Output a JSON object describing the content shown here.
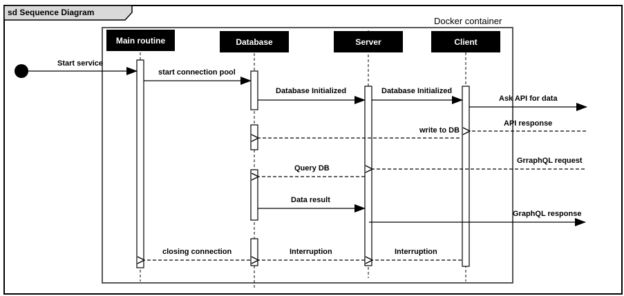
{
  "frame": {
    "title": "sd Sequence Diagram"
  },
  "container": {
    "title": "Docker container"
  },
  "participants": [
    "Main routine",
    "Database",
    "Server",
    "Client"
  ],
  "messages": [
    "Start service",
    "start connection pool",
    "Database Initialized",
    "Database Initialized",
    "Ask API for data",
    "API response",
    "write to DB",
    "GrraphQL request",
    "Query DB",
    "Data result",
    "GraphQL response",
    "closing connection",
    "Interruption",
    "Interruption"
  ],
  "colors": {
    "actor_fill": "#000000",
    "actor_text": "#ffffff",
    "frame_tab": "#d9d9d9",
    "container_border": "#555555"
  }
}
